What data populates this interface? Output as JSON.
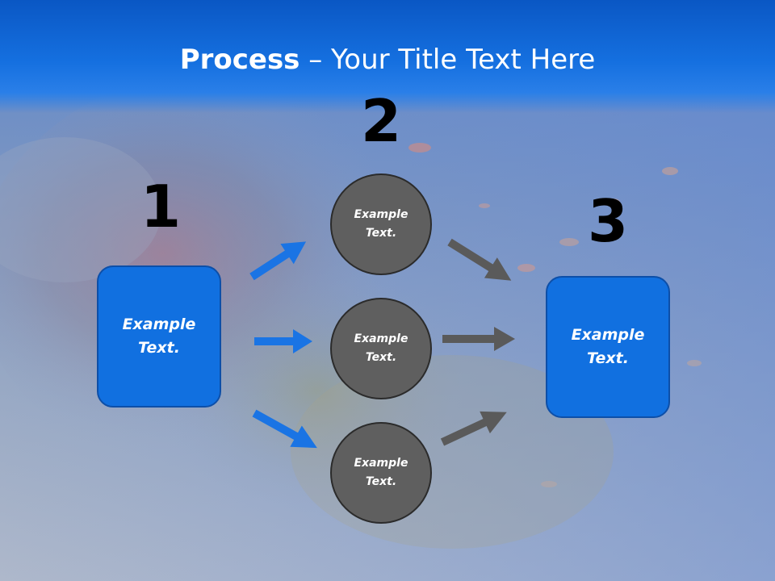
{
  "title": {
    "bold": "Process",
    "rest": " – Your Title Text Here"
  },
  "steps": [
    {
      "number": "1",
      "label": "Example Text."
    },
    {
      "number": "2",
      "label": "Example Text."
    },
    {
      "number": "3",
      "label": "Example Text."
    }
  ],
  "circles": [
    {
      "label": "Example Text."
    },
    {
      "label": "Example Text."
    },
    {
      "label": "Example Text."
    }
  ],
  "colors": {
    "box": "#1170e0",
    "circle": "#5f5f5f",
    "blue_arrow": "#1a74e4",
    "gray_arrow": "#5a5a5a",
    "title_band": "#1570e0"
  }
}
